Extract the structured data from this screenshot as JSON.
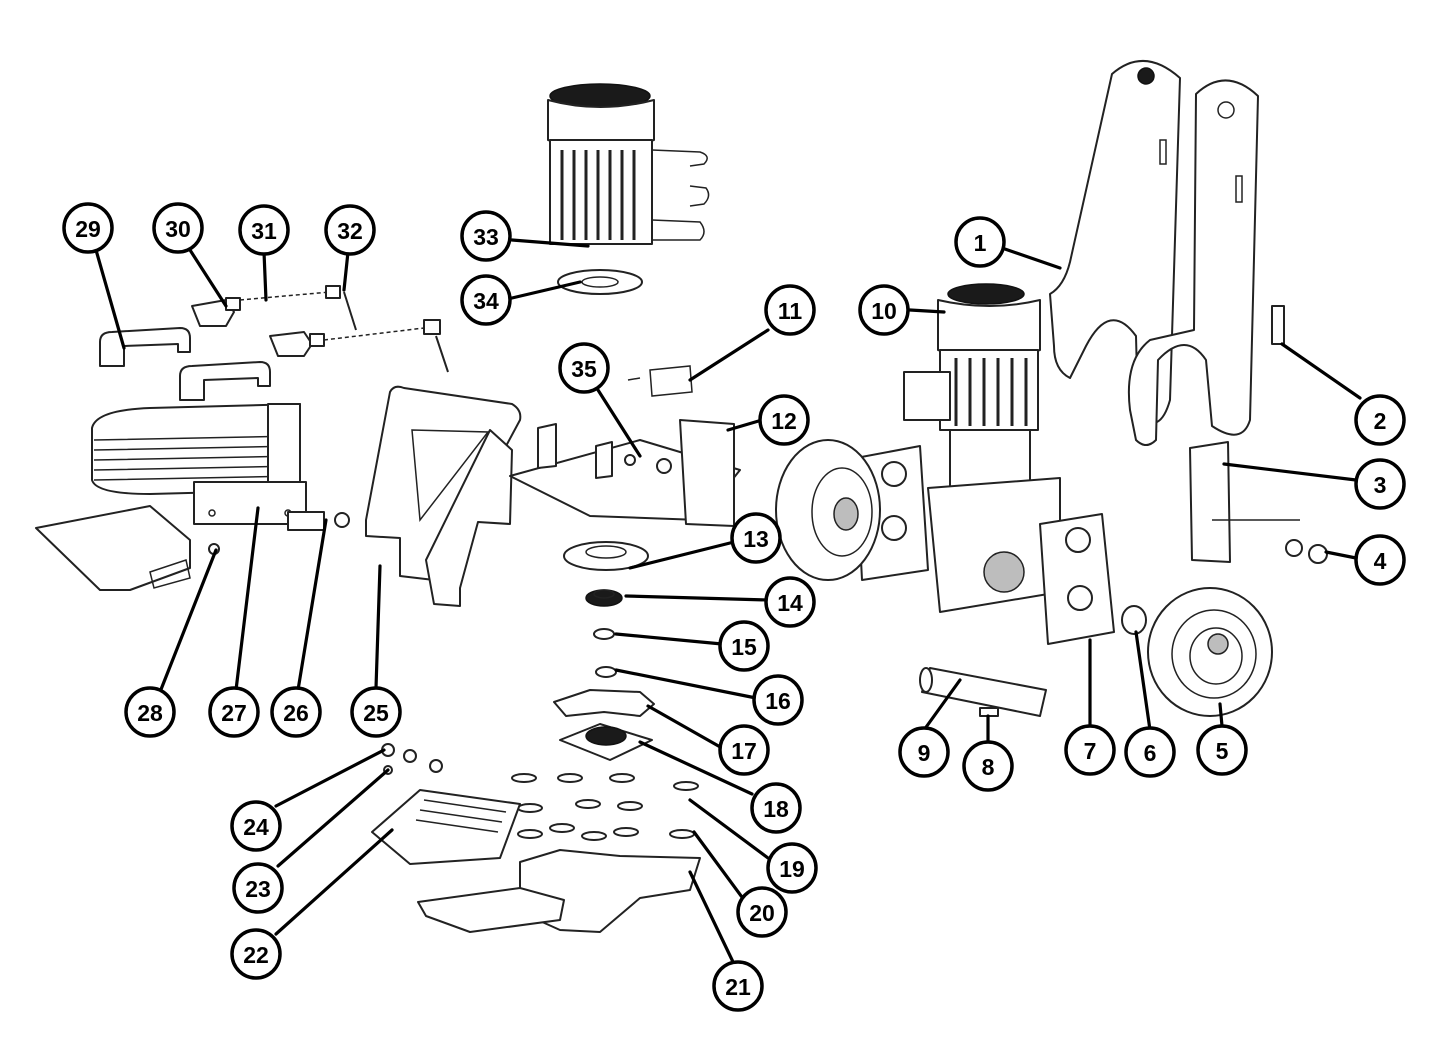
{
  "diagram": {
    "callouts": [
      {
        "label": "1"
      },
      {
        "label": "2"
      },
      {
        "label": "3"
      },
      {
        "label": "4"
      },
      {
        "label": "5"
      },
      {
        "label": "6"
      },
      {
        "label": "7"
      },
      {
        "label": "8"
      },
      {
        "label": "9"
      },
      {
        "label": "10"
      },
      {
        "label": "11"
      },
      {
        "label": "12"
      },
      {
        "label": "13"
      },
      {
        "label": "14"
      },
      {
        "label": "15"
      },
      {
        "label": "16"
      },
      {
        "label": "17"
      },
      {
        "label": "18"
      },
      {
        "label": "19"
      },
      {
        "label": "20"
      },
      {
        "label": "21"
      },
      {
        "label": "22"
      },
      {
        "label": "23"
      },
      {
        "label": "24"
      },
      {
        "label": "25"
      },
      {
        "label": "26"
      },
      {
        "label": "27"
      },
      {
        "label": "28"
      },
      {
        "label": "29"
      },
      {
        "label": "30"
      },
      {
        "label": "31"
      },
      {
        "label": "32"
      },
      {
        "label": "33"
      },
      {
        "label": "34"
      },
      {
        "label": "35"
      }
    ]
  }
}
